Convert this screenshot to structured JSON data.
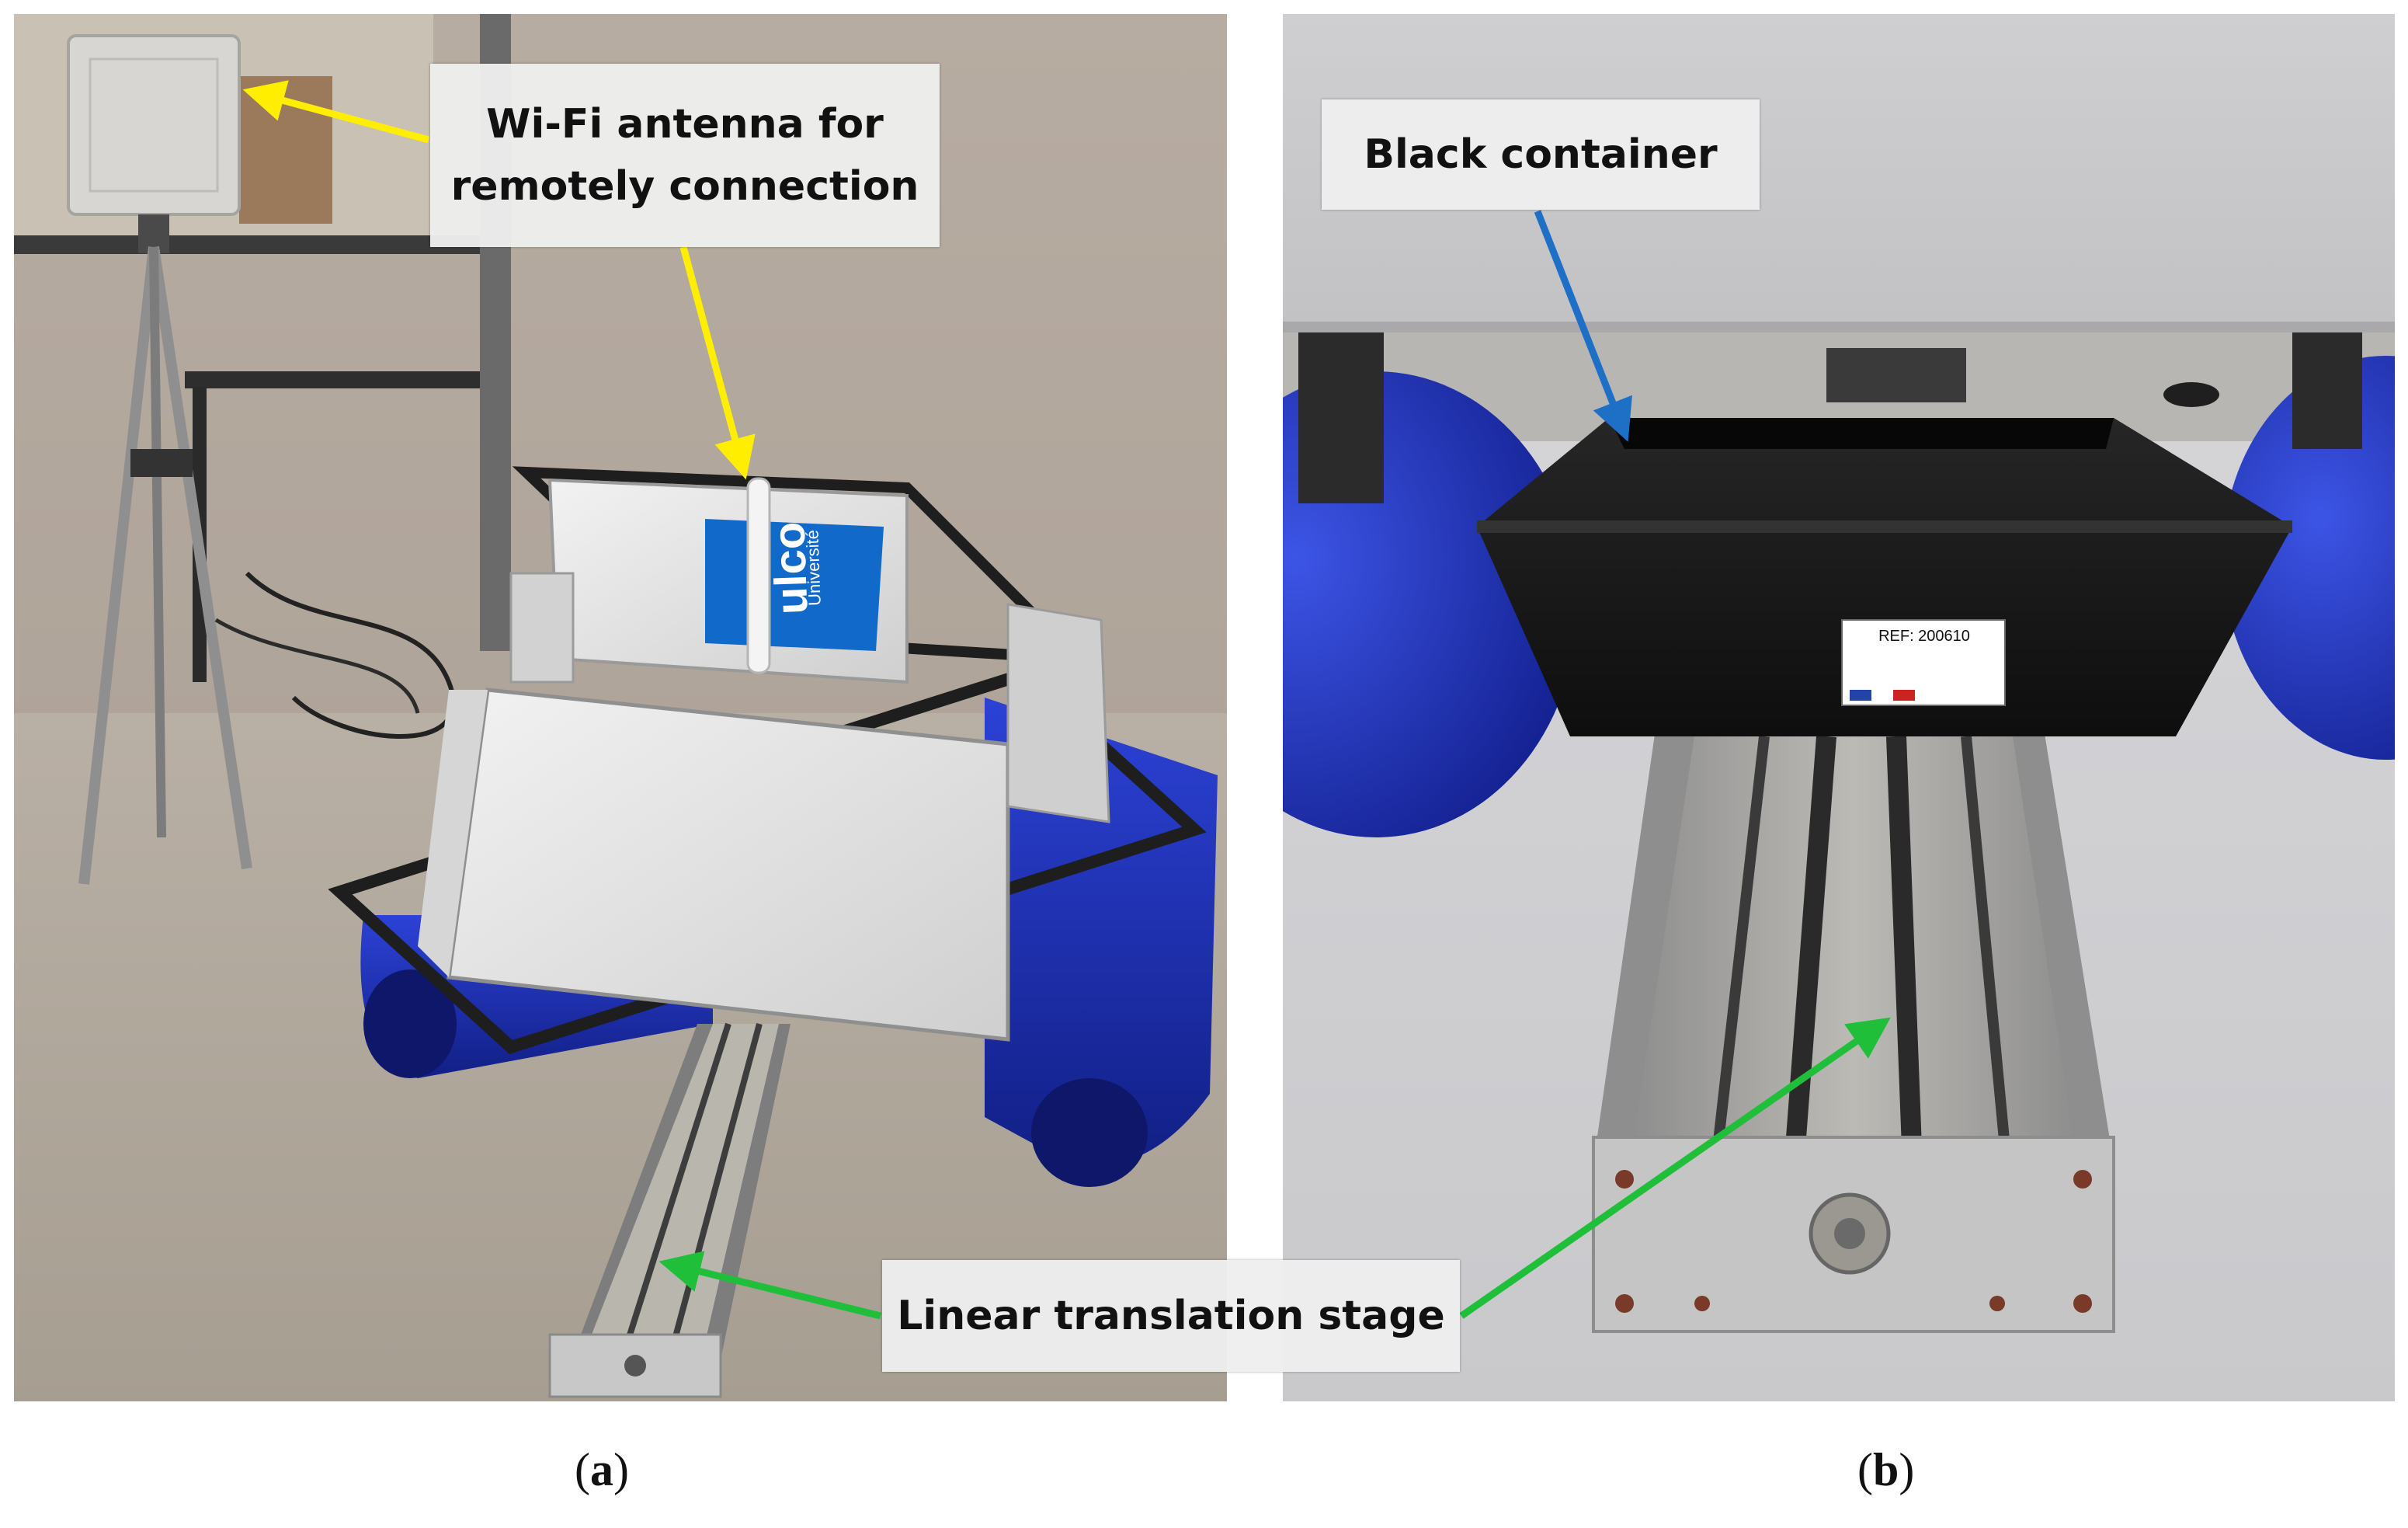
{
  "panels": {
    "a": {
      "caption_open": "(",
      "caption_letter": "a",
      "caption_close": ")"
    },
    "b": {
      "caption_open": "(",
      "caption_letter": "b",
      "caption_close": ")"
    }
  },
  "callouts": {
    "wifi": "Wi-Fi antenna for\nremotely connection",
    "black": "Black container",
    "linear": "Linear translation stage"
  },
  "device_labels": {
    "logo": "ulco",
    "logo_sub": "Université",
    "ref": "REF: 200610"
  },
  "colors": {
    "arrow_wifi": "#ffee00",
    "arrow_black": "#1e6fc6",
    "arrow_linear": "#1fbf3a",
    "pontoon": "#1c2fb0",
    "logo_bg": "#1169c9"
  }
}
